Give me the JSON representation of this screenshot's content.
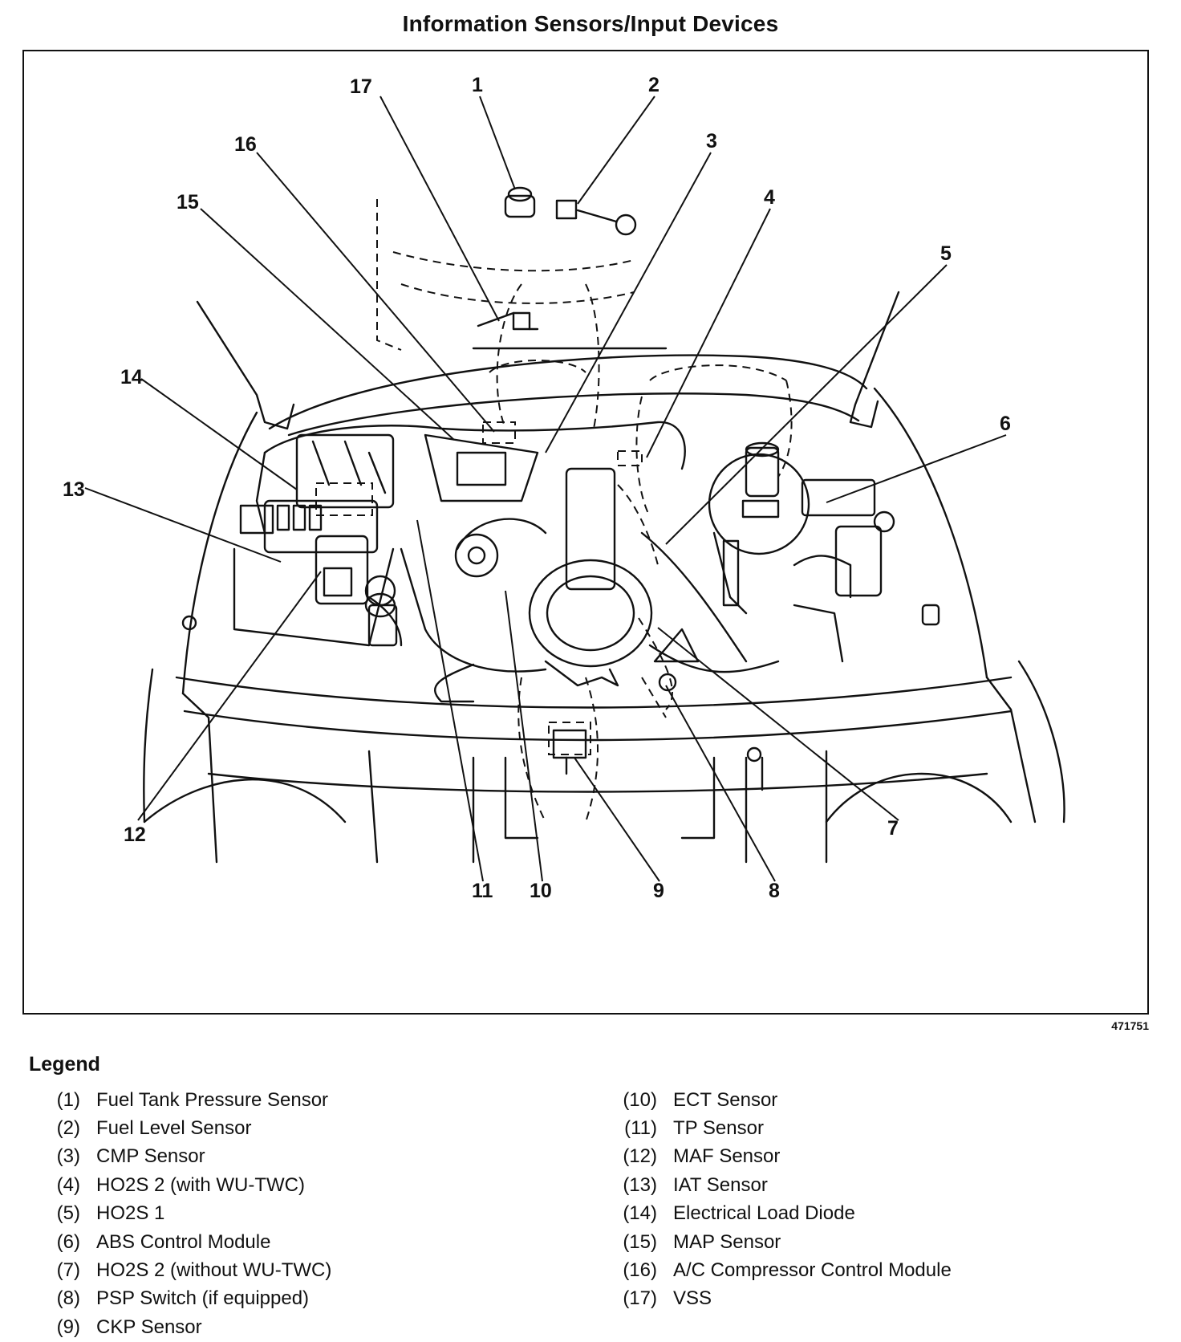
{
  "title": "Information Sensors/Input Devices",
  "figure_id": "471751",
  "legend_title": "Legend",
  "legend": [
    {
      "num": "(1)",
      "label": "Fuel Tank Pressure Sensor"
    },
    {
      "num": "(2)",
      "label": "Fuel Level Sensor"
    },
    {
      "num": "(3)",
      "label": "CMP Sensor"
    },
    {
      "num": "(4)",
      "label": "HO2S 2 (with WU-TWC)"
    },
    {
      "num": "(5)",
      "label": "HO2S 1"
    },
    {
      "num": "(6)",
      "label": "ABS Control Module"
    },
    {
      "num": "(7)",
      "label": "HO2S 2 (without WU-TWC)"
    },
    {
      "num": "(8)",
      "label": "PSP Switch (if equipped)"
    },
    {
      "num": "(9)",
      "label": "CKP Sensor"
    },
    {
      "num": "(10)",
      "label": "ECT Sensor"
    },
    {
      "num": "(11)",
      "label": "TP Sensor"
    },
    {
      "num": "(12)",
      "label": "MAF Sensor"
    },
    {
      "num": "(13)",
      "label": "IAT Sensor"
    },
    {
      "num": "(14)",
      "label": "Electrical Load Diode"
    },
    {
      "num": "(15)",
      "label": "MAP Sensor"
    },
    {
      "num": "(16)",
      "label": "A/C Compressor Control Module"
    },
    {
      "num": "(17)",
      "label": "VSS"
    }
  ],
  "callouts": [
    "1",
    "2",
    "3",
    "4",
    "5",
    "6",
    "7",
    "8",
    "9",
    "10",
    "11",
    "12",
    "13",
    "14",
    "15",
    "16",
    "17"
  ]
}
